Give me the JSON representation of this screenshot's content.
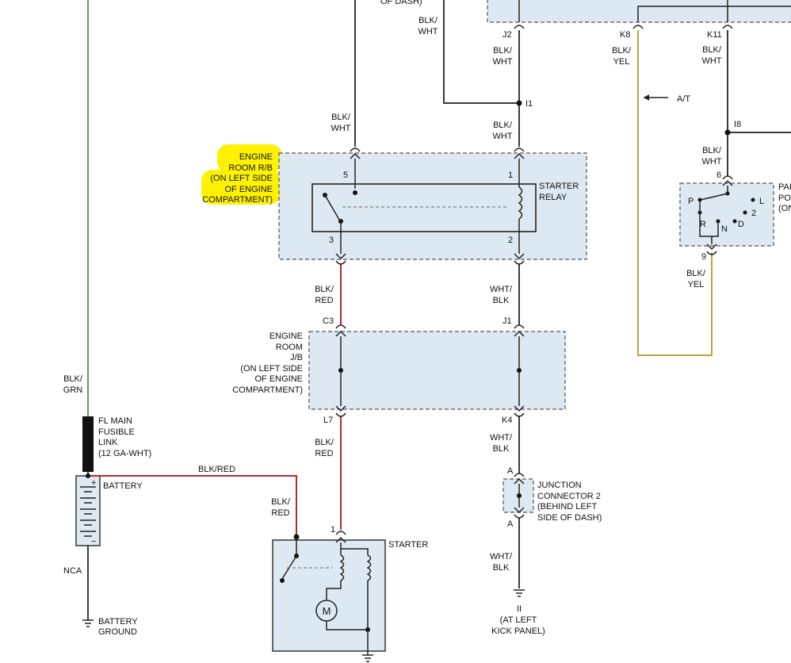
{
  "colors": {
    "box_fill": "#dde9f2",
    "wire_black": "#3a3a3a",
    "wire_red": "#b22a2a",
    "wire_green": "#6a9a5a",
    "wire_yellow": "#b8a640",
    "highlight": "#fff200"
  },
  "labels": {
    "top_cut": "OF DASH)",
    "wire_blk_wht": [
      "BLK/",
      "WHT"
    ],
    "wire_blk_yel": [
      "BLK/",
      "YEL"
    ],
    "wire_blk_red": [
      "BLK/",
      "RED"
    ],
    "wire_wht_blk": [
      "WHT/",
      "BLK"
    ],
    "wire_blk_grn": [
      "BLK/",
      "GRN"
    ],
    "wire_blk_red_h": "BLK/RED",
    "at": "A/T",
    "nca": "NCA"
  },
  "connectors": {
    "j2": "J2",
    "k8": "K8",
    "k11": "K11",
    "i1": "I1",
    "i8": "I8",
    "c3": "C3",
    "j1": "J1",
    "l7": "L7",
    "k4": "K4",
    "a": "A",
    "ii": "II"
  },
  "pins": {
    "p5": "5",
    "p1": "1",
    "p3": "3",
    "p2": "2",
    "p6": "6",
    "p9": "9"
  },
  "components": {
    "engine_room_rb": [
      "ENGINE",
      "ROOM R/B",
      "(ON LEFT SIDE",
      "OF ENGINE",
      "COMPARTMENT)"
    ],
    "starter_relay": [
      "STARTER",
      "RELAY"
    ],
    "engine_room_jb": [
      "ENGINE",
      "ROOM",
      "J/B",
      "(ON LEFT SIDE",
      "OF ENGINE",
      "COMPARTMENT)"
    ],
    "park_neutral": [
      "PAR",
      "PO",
      "(ON"
    ],
    "gear_positions": {
      "p": "P",
      "l": "L",
      "r": "R",
      "d": "D",
      "n": "N",
      "two": "2"
    },
    "fl_main": [
      "FL MAIN",
      "FUSIBLE",
      "LINK",
      "(12 GA-WHT)"
    ],
    "battery": "BATTERY",
    "battery_plus": "+",
    "battery_minus": "−",
    "junction_connector": [
      "JUNCTION",
      "CONNECTOR 2",
      "(BEHIND LEFT",
      "SIDE OF DASH)"
    ],
    "starter": "STARTER",
    "motor": "M",
    "battery_ground": [
      "BATTERY",
      "GROUND"
    ],
    "kick_panel": [
      "(AT LEFT",
      "KICK PANEL)"
    ]
  }
}
